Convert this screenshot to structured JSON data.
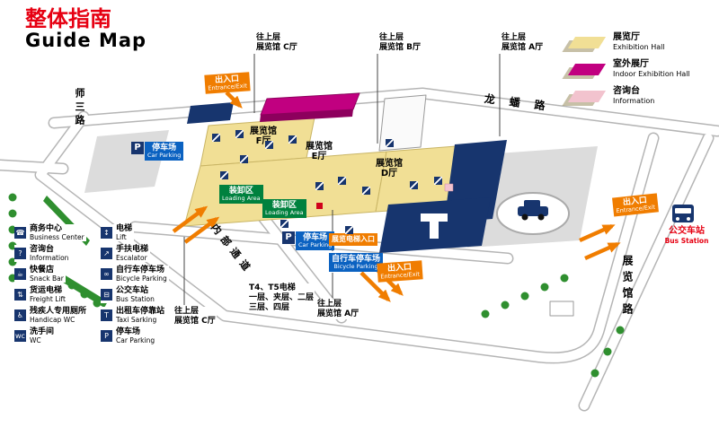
{
  "title": {
    "zh": "整体指南",
    "en": "Guide Map"
  },
  "legend": {
    "items": [
      {
        "zh": "展览厅",
        "en": "Exhibition Hall",
        "color": "#f1df95"
      },
      {
        "zh": "室外展厅",
        "en": "Indoor Exhibition Hall",
        "color": "#c10080"
      },
      {
        "zh": "咨询台",
        "en": "Information",
        "color": "#f2c3ce"
      }
    ]
  },
  "roads": {
    "left": "师三路",
    "top": "龙蟠路",
    "inner": "内部通道",
    "right": "展览馆路"
  },
  "halls": {
    "f": {
      "name": "展览馆",
      "hall": "F厅"
    },
    "e": {
      "name": "展览馆",
      "hall": "E厅"
    },
    "d": {
      "name": "展览馆",
      "hall": "D厅"
    }
  },
  "callouts": {
    "top_c": {
      "line1": "往上层",
      "line2": "展览馆 C厅"
    },
    "top_b": {
      "line1": "往上层",
      "line2": "展览馆 B厅"
    },
    "top_a": {
      "line1": "往上层",
      "line2": "展览馆 A厅"
    },
    "bottom_c": {
      "line1": "往上层",
      "line2": "展览馆 C厅"
    },
    "bottom_a": {
      "line1": "往上层",
      "line2": "展览馆 A厅"
    },
    "elevator_note": {
      "line1": "T4、T5电梯",
      "line2": "一层、夹层、二层",
      "line3": "三层、四层"
    }
  },
  "badges": {
    "entrance_exit": {
      "zh": "出入口",
      "en": "Entrance/Exit",
      "color": "#f07d00"
    },
    "car_parking": {
      "zh": "停车场",
      "en": "Car Parking",
      "color": "#0b62c1",
      "icon": "P"
    },
    "loading_area": {
      "zh": "装卸区",
      "en": "Loading Area",
      "color": "#00813e"
    },
    "lift_entrance": {
      "zh": "展览电梯入口",
      "color": "#f07d00"
    },
    "bicycle_parking": {
      "zh": "自行车停车场",
      "en": "Bicycle Parking",
      "color": "#0b62c1"
    },
    "bus_station": {
      "zh": "公交车站",
      "en": "Bus Station",
      "color": "#e60012"
    }
  },
  "facilities": {
    "col1": [
      {
        "zh": "商务中心",
        "en": "Business Center",
        "icon": "☎"
      },
      {
        "zh": "咨询台",
        "en": "Information",
        "icon": "?"
      },
      {
        "zh": "快餐店",
        "en": "Snack Bar",
        "icon": "☕"
      },
      {
        "zh": "货运电梯",
        "en": "Freight Lift",
        "icon": "⇅"
      },
      {
        "zh": "残疾人专用厕所",
        "en": "Handicap WC",
        "icon": "♿"
      },
      {
        "zh": "洗手间",
        "en": "WC",
        "icon": "wc"
      }
    ],
    "col2": [
      {
        "zh": "电梯",
        "en": "Lift",
        "icon": "↕"
      },
      {
        "zh": "手扶电梯",
        "en": "Escalator",
        "icon": "↗"
      },
      {
        "zh": "自行车停车场",
        "en": "Bicycle Parking",
        "icon": "∞"
      },
      {
        "zh": "公交车站",
        "en": "Bus Station",
        "icon": "⊟"
      },
      {
        "zh": "出租车停靠站",
        "en": "Taxi Sarking",
        "icon": "T"
      },
      {
        "zh": "停车场",
        "en": "Car Parking",
        "icon": "P"
      }
    ]
  }
}
